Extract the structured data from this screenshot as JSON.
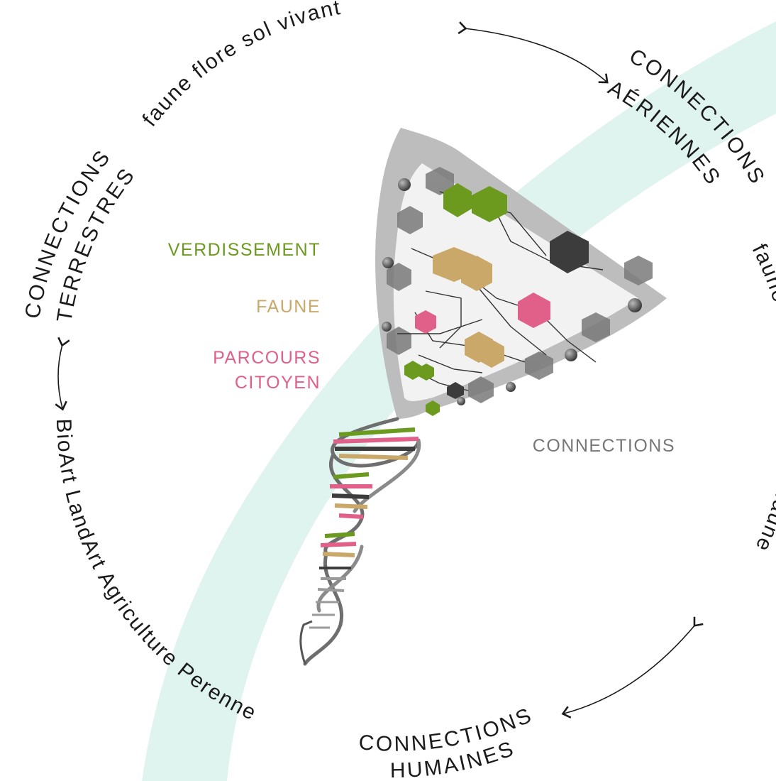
{
  "colors": {
    "background": "#ffffff",
    "band": "#dff3ef",
    "green": "#6b9a1e",
    "tan": "#c9a86a",
    "pink": "#e0608a",
    "grey": "#777777",
    "dark": "#3c3c3c",
    "text": "#1a1a1a"
  },
  "ring": {
    "top_small": "faune  flore  sol vivant",
    "right_small": "faune aviaire & entomofaune",
    "left_small": "BioArt LandArt Agriculture Perenne",
    "aerial_1": "CONNECTIONS",
    "aerial_2": "AÉRIENNES",
    "terrestrial_1": "CONNECTIONS",
    "terrestrial_2": "TERRESTRES",
    "human_1": "CONNECTIONS",
    "human_2": "HUMAINES"
  },
  "legend": {
    "verdissement": "VERDISSEMENT",
    "faune": "FAUNE",
    "parcours_1": "PARCOURS",
    "parcours_2": "CITOYEN",
    "connections": "CONNECTIONS"
  },
  "icons": {
    "arrows": "double-headed-arrow-icon",
    "dna": "dna-helix-icon",
    "hex": "hexagon-icon"
  }
}
